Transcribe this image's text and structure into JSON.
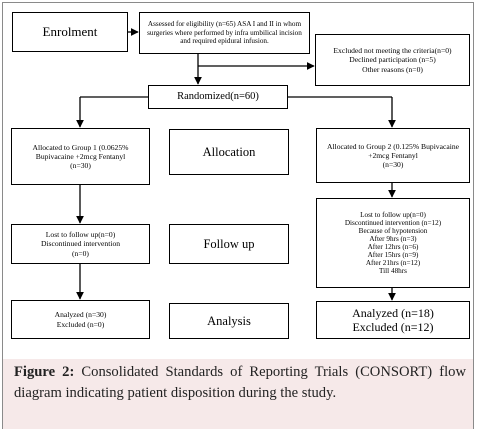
{
  "enrolment": "Enrolment",
  "eligibility": "Assessed for eligibility (n=65)  ASA I and II in whom surgeries where performed by infra umbilical incision and required epidural infusion.",
  "excluded": "Excluded not meeting the criteria(n=0)\nDeclined participation (n=5)\nOther reasons (n=0)",
  "randomized": "Randomized(n=60)",
  "stages": {
    "allocation": "Allocation",
    "follow_up": "Follow up",
    "analysis": "Analysis"
  },
  "group1": {
    "allocated": "Allocated to Group 1 (0.0625% Bupivacaine +2mcg Fentanyl\n(n=30)",
    "lost": "Lost to follow up(n=0)\nDiscontinued intervention\n(n=0)",
    "analyzed": "Analyzed (n=30)\nExcluded (n=0)"
  },
  "group2": {
    "allocated": "Allocated to Group 2 (0.125% Bupivacaine +2mcg Fentanyl\n(n=30)",
    "lost": "Lost to follow up(n=0)\nDiscontinued intervention  (n=12)\nBecause of hypotension\nAfter 9hrs (n=3)\nAfter 12hrs (n=6)\nAfter 15hrs (n=9)\nAfter 21hrs (n=12)\nTill 48hrs",
    "analyzed": "Analyzed (n=18)\nExcluded (n=12)"
  },
  "caption": {
    "label": "Figure 2:",
    "text": " Consolidated Standards of Reporting Trials (CONSORT) flow diagram indicating patient disposition during the study."
  }
}
